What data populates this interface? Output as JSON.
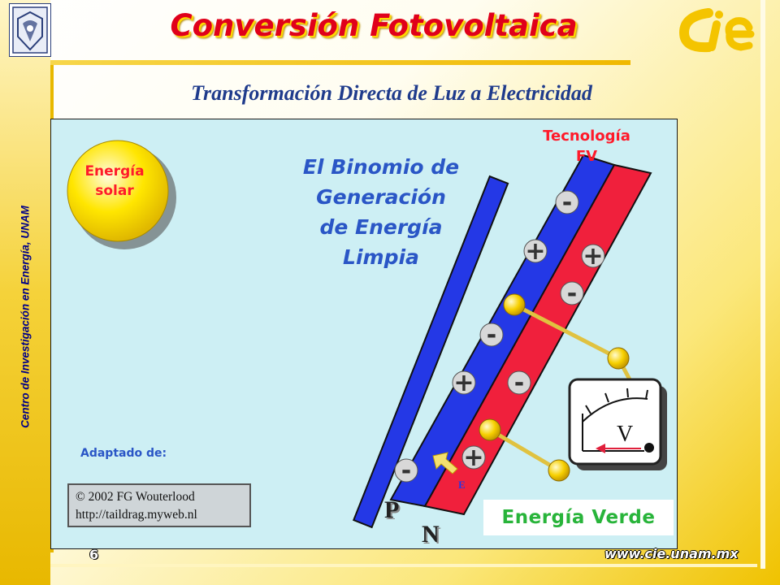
{
  "header": {
    "title": "Conversión Fotovoltaica",
    "subtitle": "Transformación Directa de Luz a Electricidad"
  },
  "sidebar": {
    "text": "Centro de Investigación en Energía, UNAM"
  },
  "logos": {
    "left": "UNAM crest",
    "right": "cie logo"
  },
  "diagram": {
    "sun_label_line1": "Energía",
    "sun_label_line2": "solar",
    "center_text": [
      "El Binomio de",
      "Generación",
      "de Energía",
      "Limpia"
    ],
    "tech_label_line1": "Tecnología",
    "tech_label_line2": "FV",
    "layer_p": "P",
    "layer_n": "N",
    "charges_p": [
      "-",
      "+",
      "-",
      "+",
      "-"
    ],
    "charges_n": [
      "+",
      "-",
      "-",
      "+"
    ],
    "meter_label": "V",
    "electron_label": "E",
    "adapted_from": "Adaptado de:",
    "credit_line1": "© 2002 FG Wouterlood",
    "credit_line2": "http://taildrag.myweb.nl",
    "green_label": "Energía Verde"
  },
  "footer": {
    "page_number": "6",
    "url": "www.cie.unam.mx"
  },
  "colors": {
    "title_red": "#e0001b",
    "subtitle_blue": "#1f3b8c",
    "panel_bg": "#cdeff4",
    "p_layer": "#2438e6",
    "n_layer": "#f0203c",
    "green_text": "#28b43a",
    "gold": "#f0c200"
  }
}
